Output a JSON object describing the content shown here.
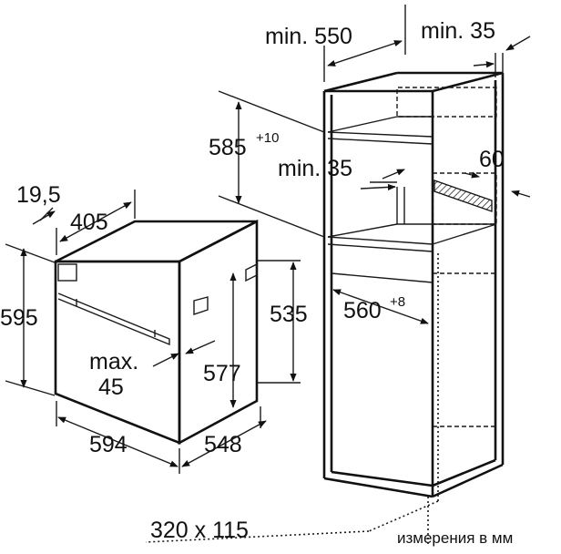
{
  "labels": {
    "min_550": "min. 550",
    "min_35_top": "min. 35",
    "d585": "585",
    "d585_sup": "+10",
    "min_35_mid": "min. 35",
    "d60": "60",
    "d19_5": "19,5",
    "d405": "405",
    "d595": "595",
    "d535": "535",
    "d560": "560",
    "d560_sup": "+8",
    "max": "max.",
    "d45": "45",
    "d577": "577",
    "d594": "594",
    "d548": "548",
    "vent": "320 x 115",
    "units": "измерения в мм"
  }
}
